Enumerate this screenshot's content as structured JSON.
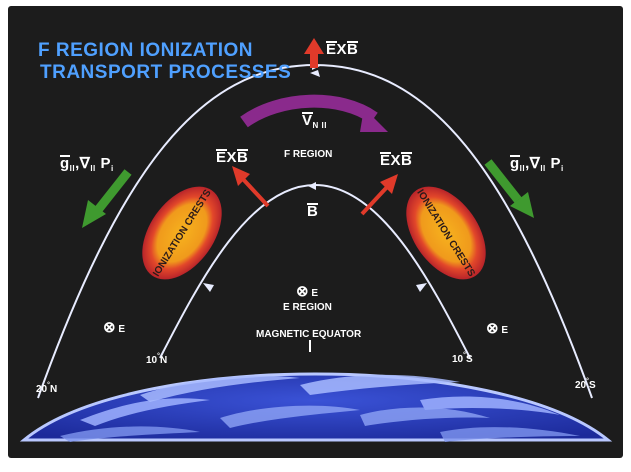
{
  "title": {
    "line1": "F REGION IONIZATION",
    "line2": "TRANSPORT PROCESSES"
  },
  "labels": {
    "exb_top_e": "E",
    "exb_top_x": "X",
    "exb_top_b": "B",
    "exb_left_e": "E",
    "exb_left_x": "X",
    "exb_left_b": "B",
    "exb_right_e": "E",
    "exb_right_x": "X",
    "exb_right_b": "B",
    "v_parallel": "V",
    "v_parallel_sub": "N II",
    "b_field": "B",
    "f_region": "F REGION",
    "e_region": "E REGION",
    "magnetic_equator": "MAGNETIC EQUATOR",
    "e_into_page": "E",
    "e_left": "E",
    "e_right": "E",
    "crest_left": "IONIZATION CRESTS",
    "crest_right": "IONIZATION CRESTS",
    "g_left": "g",
    "g_left_rest": ",∇",
    "p_left": "P",
    "g_right": "g",
    "g_right_rest": ",∇",
    "p_right": "P",
    "sub_par": "II",
    "sub_i": "i",
    "lat_10n": "10",
    "lat_10n_dir": "N",
    "lat_20n": "20",
    "lat_20n_dir": "N",
    "lat_10s": "10",
    "lat_10s_dir": "S",
    "lat_20s": "20",
    "lat_20s_dir": "S",
    "deg": "°",
    "otimes": "⊗"
  },
  "colors": {
    "title": "#4fa0ff",
    "background": "#1c1c1c",
    "field_lines": "#e8ecff",
    "exb_arrows": "#e03a2a",
    "gravity_arrows": "#3f9a2f",
    "v_parallel_arrow": "#8a2a8c",
    "crest_inner": "#f2a21c",
    "crest_outer": "#d8342a",
    "earth": "#2c3dbd"
  },
  "icons": [
    "arrow-up-icon",
    "curved-arrow-icon",
    "arrow-down-left-icon",
    "arrow-down-right-icon",
    "otimes-icon"
  ]
}
